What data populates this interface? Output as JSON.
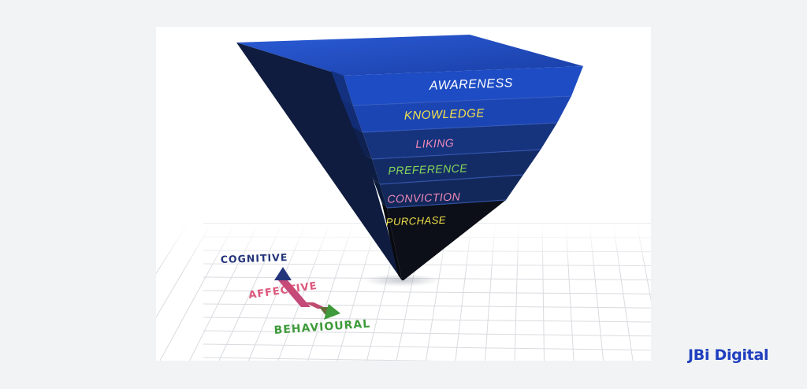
{
  "funnel": {
    "stages": [
      {
        "label": "AWARENESS",
        "color": "#ffffff",
        "fill": "#1d4cc4"
      },
      {
        "label": "KNOWLEDGE",
        "color": "#f2e14a",
        "fill": "#1c45b4"
      },
      {
        "label": "LIKING",
        "color": "#f08ab8",
        "fill": "#16337d"
      },
      {
        "label": "PREFERENCE",
        "color": "#86d65a",
        "fill": "#142c66"
      },
      {
        "label": "CONVICTION",
        "color": "#f08ab8",
        "fill": "#13285a"
      },
      {
        "label": "PURCHASE",
        "color": "#f2e14a",
        "fill": "#0c0f17"
      }
    ]
  },
  "axis": {
    "cognitive": {
      "label": "COGNITIVE",
      "color": "#23347a"
    },
    "affective": {
      "label": "AFFECTIVE",
      "color": "#d9476e"
    },
    "behavioural": {
      "label": "BEHAVIOURAL",
      "color": "#3e9a3a"
    }
  },
  "brand": {
    "name": "JBi Digital",
    "color": "#1f3fbf"
  }
}
